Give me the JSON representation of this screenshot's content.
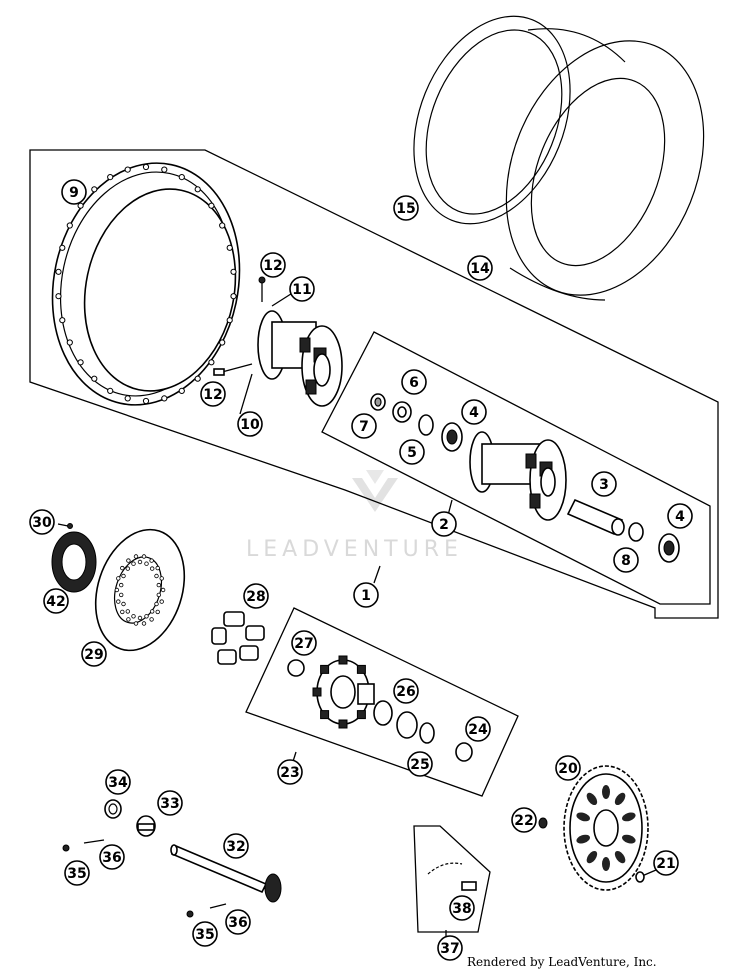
{
  "watermark": "LEADVENTURE",
  "credit": "Rendered by LeadVenture, Inc.",
  "callouts": [
    {
      "id": "c1",
      "label": "1"
    },
    {
      "id": "c2",
      "label": "2"
    },
    {
      "id": "c3",
      "label": "3"
    },
    {
      "id": "c4a",
      "label": "4"
    },
    {
      "id": "c4b",
      "label": "4"
    },
    {
      "id": "c5",
      "label": "5"
    },
    {
      "id": "c6",
      "label": "6"
    },
    {
      "id": "c7",
      "label": "7"
    },
    {
      "id": "c8",
      "label": "8"
    },
    {
      "id": "c9",
      "label": "9"
    },
    {
      "id": "c10",
      "label": "10"
    },
    {
      "id": "c11",
      "label": "11"
    },
    {
      "id": "c12a",
      "label": "12"
    },
    {
      "id": "c12b",
      "label": "12"
    },
    {
      "id": "c14",
      "label": "14"
    },
    {
      "id": "c15",
      "label": "15"
    },
    {
      "id": "c20",
      "label": "20"
    },
    {
      "id": "c21",
      "label": "21"
    },
    {
      "id": "c22",
      "label": "22"
    },
    {
      "id": "c23",
      "label": "23"
    },
    {
      "id": "c24",
      "label": "24"
    },
    {
      "id": "c25",
      "label": "25"
    },
    {
      "id": "c26",
      "label": "26"
    },
    {
      "id": "c27",
      "label": "27"
    },
    {
      "id": "c28",
      "label": "28"
    },
    {
      "id": "c29",
      "label": "29"
    },
    {
      "id": "c30",
      "label": "30"
    },
    {
      "id": "c32",
      "label": "32"
    },
    {
      "id": "c33",
      "label": "33"
    },
    {
      "id": "c34",
      "label": "34"
    },
    {
      "id": "c35a",
      "label": "35"
    },
    {
      "id": "c35b",
      "label": "35"
    },
    {
      "id": "c36a",
      "label": "36"
    },
    {
      "id": "c36b",
      "label": "36"
    },
    {
      "id": "c37",
      "label": "37"
    },
    {
      "id": "c38",
      "label": "38"
    },
    {
      "id": "c42",
      "label": "42"
    }
  ]
}
